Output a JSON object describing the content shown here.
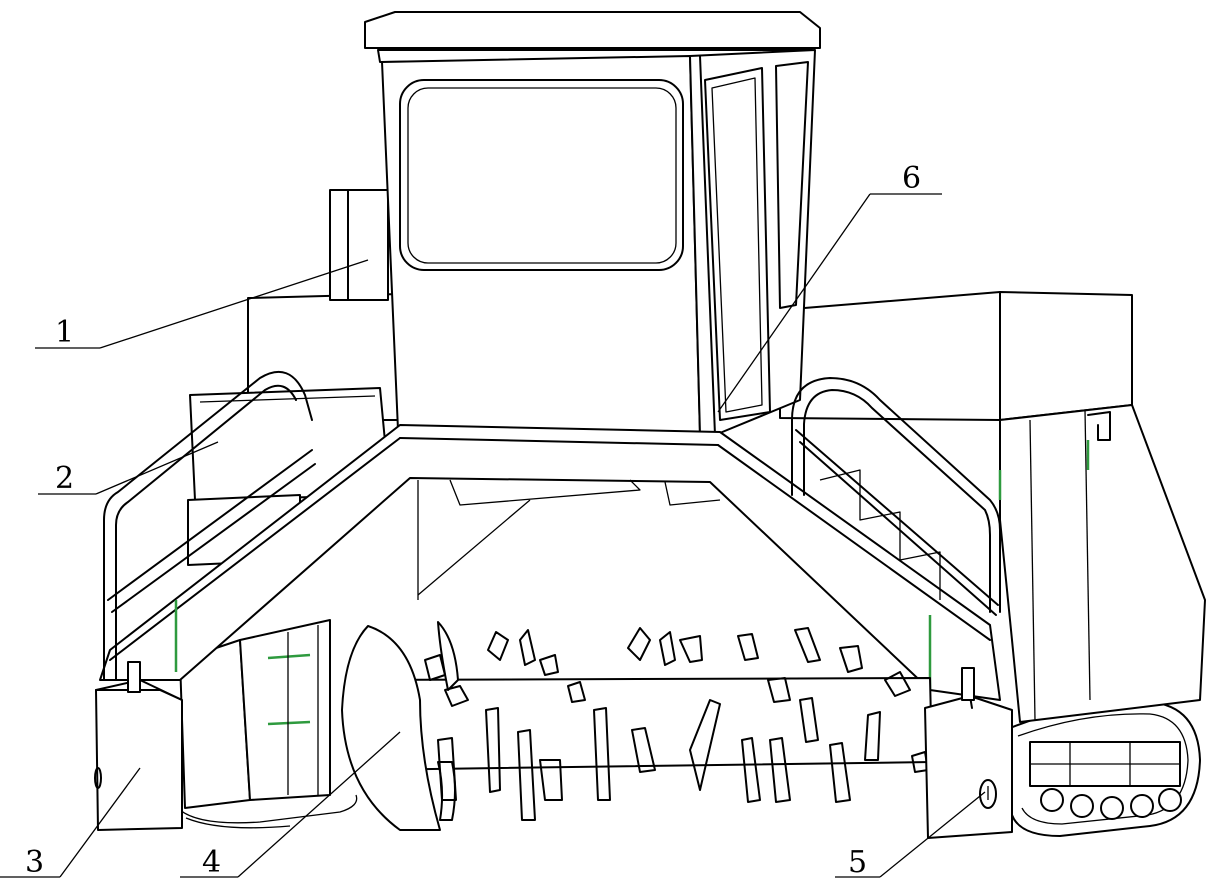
{
  "figure": {
    "callouts": [
      {
        "id": "c1",
        "label": "1"
      },
      {
        "id": "c2",
        "label": "2"
      },
      {
        "id": "c3",
        "label": "3"
      },
      {
        "id": "c4",
        "label": "4"
      },
      {
        "id": "c5",
        "label": "5"
      },
      {
        "id": "c6",
        "label": "6"
      }
    ],
    "colors": {
      "line": "#000000",
      "background": "#ffffff",
      "accent": "#2e9a3e"
    }
  }
}
